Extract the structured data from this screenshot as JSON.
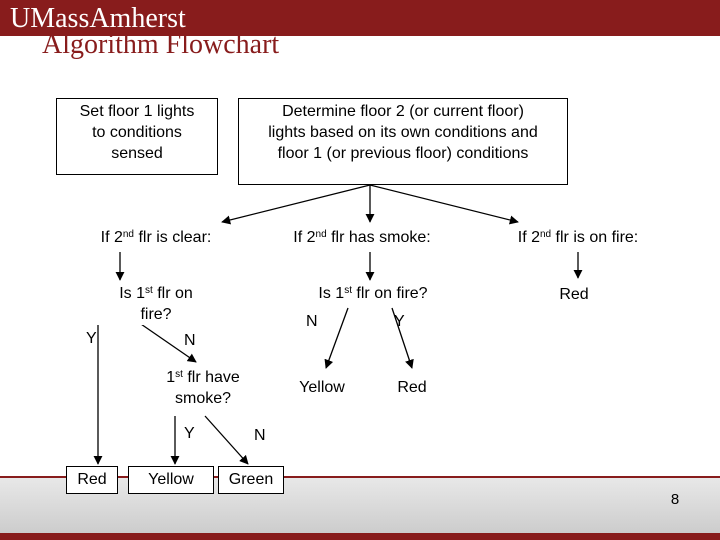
{
  "header": {
    "brand": "UMassAmherst",
    "title": "Algorithm Flowchart"
  },
  "footer": {
    "page_number": "8"
  },
  "colors": {
    "brand": "#881c1c"
  },
  "flowchart": {
    "box_floor1": [
      "Set floor 1 lights",
      "to conditions",
      "sensed"
    ],
    "box_floor2": [
      "Determine floor 2 (or current floor)",
      "lights based on its own conditions and",
      "floor 1 (or previous floor) conditions"
    ],
    "clear": {
      "pre": "If 2",
      "sup": "nd",
      "post": " flr is clear:"
    },
    "smoke": {
      "pre": "If 2",
      "sup": "nd",
      "post": " flr has smoke:"
    },
    "fire": {
      "pre": "If 2",
      "sup": "nd",
      "post": " flr is on fire:"
    },
    "q_fire_clear": {
      "pre": "Is 1",
      "sup": "st",
      "post": " flr on",
      "line2": "fire?"
    },
    "q_fire_smoke": {
      "pre": "Is 1",
      "sup": "st",
      "post": " flr on fire?"
    },
    "q_smoke": {
      "pre": "1",
      "sup": "st",
      "post": " flr have",
      "line2": "smoke?"
    },
    "branch_labels": {
      "clear_y": "Y",
      "clear_n": "N",
      "smoke_n": "N",
      "smoke_y": "Y",
      "have_smoke_y": "Y",
      "have_smoke_n": "N"
    },
    "outcomes": {
      "fire_red": "Red",
      "smoke_yellow": "Yellow",
      "smoke_red": "Red",
      "clear_red": "Red",
      "clear_yellow": "Yellow",
      "clear_green": "Green"
    }
  }
}
